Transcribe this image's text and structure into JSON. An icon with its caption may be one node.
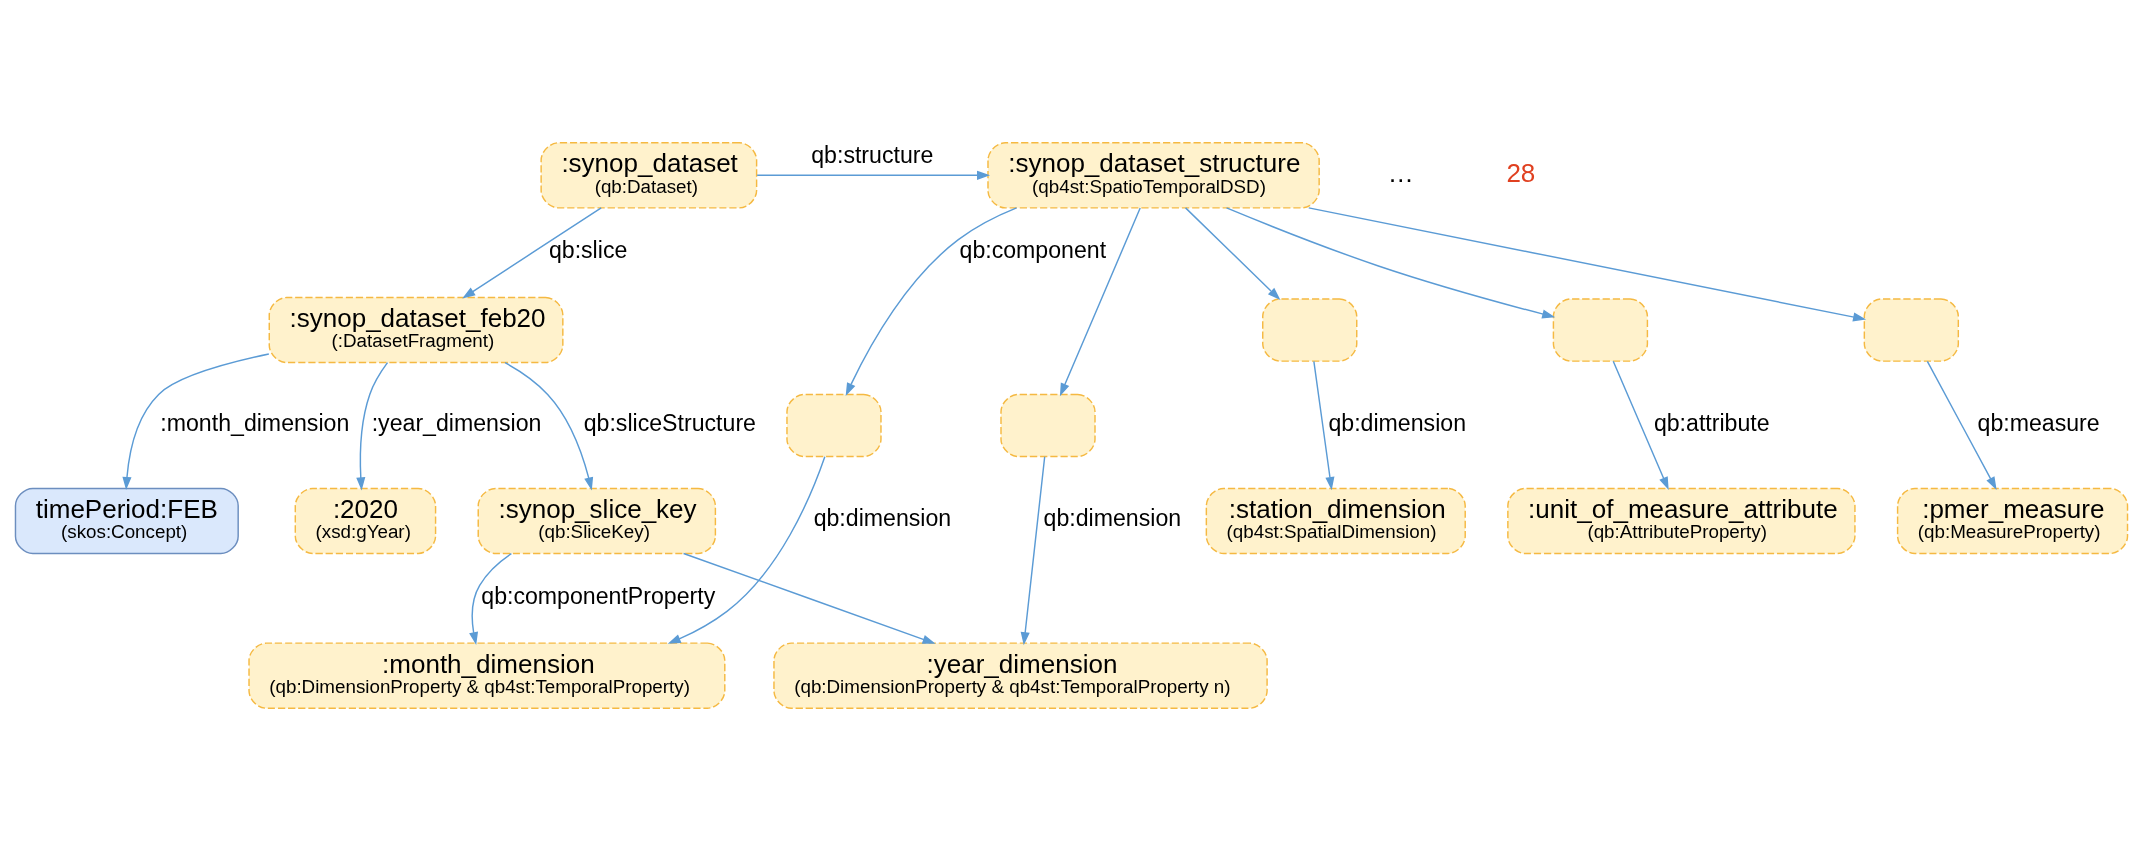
{
  "diagram": {
    "nodes": [
      {
        "text": [
          ":synop_dataset",
          "(qb:Dataset)"
        ]
      },
      {
        "text": [
          ":synop_dataset_structure",
          "(qb4st:SpatioTemporalDSD)"
        ]
      },
      {
        "text": [
          "timePeriod:FEB",
          "(skos:Concept)"
        ]
      },
      {
        "text": [
          ":synop_dataset_feb20",
          "(:DatasetFragment)"
        ]
      },
      {
        "text": [
          ":2020",
          "(xsd:gYear)"
        ]
      },
      {
        "text": [
          ":synop_slice_key",
          "(qb:SliceKey)"
        ]
      },
      {
        "text": [
          ":month_dimension",
          "(qb:DimensionProperty & qb4st:TemporalProperty)"
        ]
      },
      {
        "text": [
          ":year_dimension",
          "(qb:DimensionProperty & qb4st:TemporalProperty n)"
        ]
      },
      {
        "text": [],
        "shape": "box"
      },
      {
        "text": [],
        "shape": "box"
      },
      {
        "text": [],
        "shape": "box"
      },
      {
        "text": [],
        "shape": "box"
      },
      {
        "text": [],
        "shape": "box"
      },
      {
        "text": [
          ":station_dimension",
          "(qb4st:SpatialDimension)"
        ]
      },
      {
        "text": [
          ":unit_of_measure_attribute",
          "(qb:AttributeProperty)"
        ]
      },
      {
        "text": [
          ":pmer_measure",
          "(qb:MeasureProperty)"
        ]
      }
    ],
    "edges": [
      {
        "from": 0,
        "to": 1,
        "arrow": "to",
        "label": "qb:structure"
      },
      {
        "from": 0,
        "to": 3,
        "arrow": "to",
        "label": "qb:slice"
      },
      {
        "from": 1,
        "to": 8,
        "arrow": "to",
        "label": "qb:component"
      },
      {
        "from": 1,
        "to": 9,
        "arrow": "to"
      },
      {
        "from": 1,
        "to": 10,
        "arrow": "to"
      },
      {
        "from": 1,
        "to": 11,
        "arrow": "to"
      },
      {
        "from": 1,
        "to": 12,
        "arrow": "to"
      },
      {
        "from": 3,
        "to": 2,
        "arrow": "to",
        "label": ":month_dimension"
      },
      {
        "from": 3,
        "to": 4,
        "arrow": "to",
        "label": ":year_dimension"
      },
      {
        "from": 3,
        "to": 5,
        "arrow": "to",
        "label": "qb:sliceStructure"
      },
      {
        "from": 5,
        "to": 6,
        "arrow": "to",
        "label": "qb:componentProperty"
      },
      {
        "from": 5,
        "to": 7,
        "arrow": "to"
      },
      {
        "from": 8,
        "to": 6,
        "arrow": "to",
        "label": "qb:dimension"
      },
      {
        "from": 9,
        "to": 7,
        "arrow": "to",
        "label": "qb:dimension"
      },
      {
        "from": 10,
        "to": 13,
        "arrow": "to",
        "label": "qb:dimension"
      },
      {
        "from": 11,
        "to": 14,
        "arrow": "to",
        "label": "qb:attribute"
      },
      {
        "from": 12,
        "to": 15,
        "arrow": "to",
        "label": "qb:measure"
      }
    ],
    "labels": [
      "…",
      "28"
    ]
  }
}
